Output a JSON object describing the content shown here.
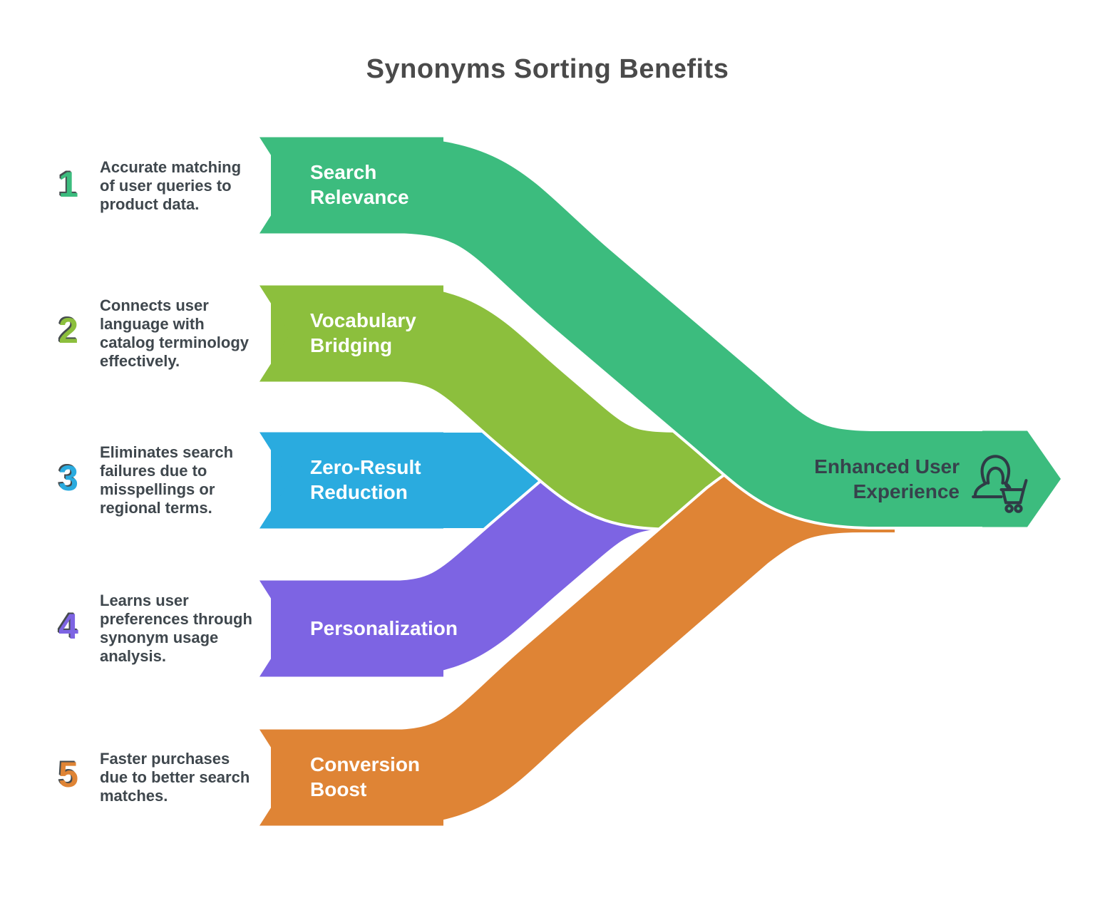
{
  "title": "Synonyms Sorting Benefits",
  "items": [
    {
      "number": "1",
      "color": "#3cbc7e",
      "description": "Accurate matching\nof user queries to\nproduct data.",
      "label": "Search\nRelevance"
    },
    {
      "number": "2",
      "color": "#8cbf3d",
      "description": "Connects user\nlanguage with\ncatalog terminology\neffectively.",
      "label": "Vocabulary\nBridging"
    },
    {
      "number": "3",
      "color": "#2aabdf",
      "description": "Eliminates search\nfailures due to\nmisspellings or\nregional terms.",
      "label": "Zero-Result\nReduction"
    },
    {
      "number": "4",
      "color": "#7d64e3",
      "description": "Learns user\npreferences through\nsynonym usage\nanalysis.",
      "label": "Personalization"
    },
    {
      "number": "5",
      "color": "#df8435",
      "description": "Faster purchases\ndue to better search\nmatches.",
      "label": "Conversion\nBoost"
    }
  ],
  "outcome": {
    "label": "Enhanced User\nExperience",
    "color": "#3cbc7e",
    "icon": "woman-shopper-with-cart-icon"
  },
  "text_colors": {
    "title": "#4a4a4a",
    "description": "#3f474d",
    "banner_label": "#ffffff",
    "outcome_label": "#37424c",
    "icon_stroke": "#2f3b46"
  }
}
